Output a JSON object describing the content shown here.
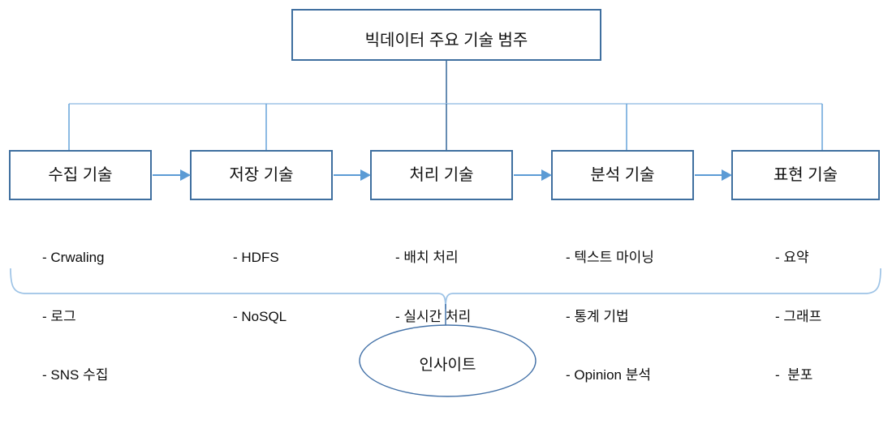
{
  "diagram": {
    "title_box": {
      "label": "빅데이터 주요 기술 범주"
    },
    "categories": [
      {
        "name": "collection",
        "label": "수집 기술",
        "bullets": [
          "- Crwaling",
          "- 로그",
          "- SNS 수집"
        ]
      },
      {
        "name": "storage",
        "label": "저장 기술",
        "bullets": [
          "- HDFS",
          "- NoSQL"
        ]
      },
      {
        "name": "processing",
        "label": "처리 기술",
        "bullets": [
          "- 배치 처리",
          "- 실시간 처리"
        ]
      },
      {
        "name": "analysis",
        "label": "분석 기술",
        "bullets": [
          "- 텍스트 마이닝",
          "- 통계 기법",
          "- Opinion 분석"
        ]
      },
      {
        "name": "presentation",
        "label": "표현 기술",
        "bullets": [
          "- 요약",
          "- 그래프",
          "-  분포"
        ]
      }
    ],
    "outcome": {
      "label": "인사이트"
    },
    "colors": {
      "box_border": "#3F6F9F",
      "arrow": "#5B9BD5",
      "connector_light": "#9DC3E6",
      "ellipse_border": "#4472A8",
      "text": "#111111",
      "background": "#FFFFFF"
    }
  }
}
